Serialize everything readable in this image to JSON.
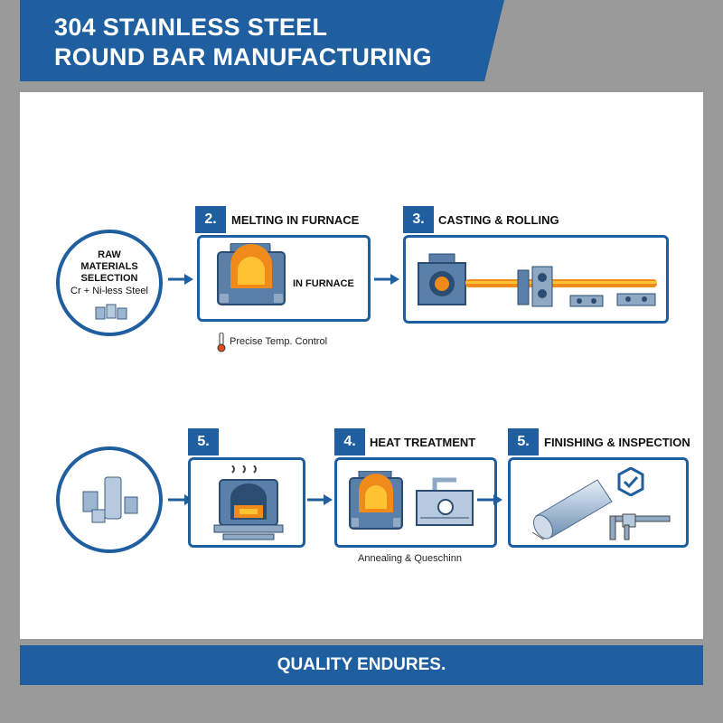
{
  "header": {
    "title_line1": "304 STAINLESS STEEL",
    "title_line2": "ROUND BAR MANUFACTURING"
  },
  "steps": {
    "raw": {
      "line1": "RAW",
      "line2": "MATERIALS",
      "line3": "SELECTION",
      "sub": "Cr + Ni-less Steel"
    },
    "melting": {
      "num": "2.",
      "title": "MELTING IN FURNACE",
      "inner_label": "IN FURNACE",
      "note": "Precise Temp. Control"
    },
    "casting": {
      "num": "3.",
      "title": "CASTING & ROLLING"
    },
    "row2_first": {
      "num": "5."
    },
    "heat": {
      "num": "4.",
      "title": "HEAT TREATMENT",
      "note": "Annealing & Queschinn"
    },
    "finishing": {
      "num": "5.",
      "title": "FINISHING & INSPECTION"
    }
  },
  "footer": {
    "tagline": "QUALITY ENDURES."
  },
  "colors": {
    "primary": "#1f5fa0",
    "flame": "#f08a1a",
    "metal": "#5a7fa8",
    "background": "#9a9a9a"
  }
}
